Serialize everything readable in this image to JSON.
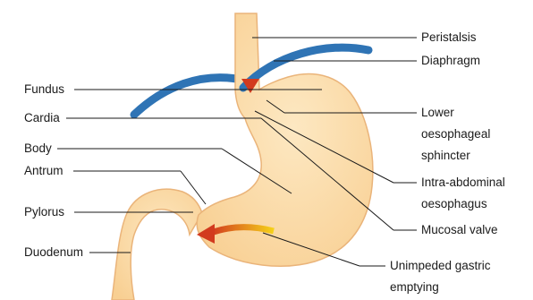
{
  "labels_left": {
    "fundus": "Fundus",
    "cardia": "Cardia",
    "body": "Body",
    "antrum": "Antrum",
    "pylorus": "Pylorus",
    "duodenum": "Duodenum"
  },
  "labels_right": {
    "peristalsis": "Peristalsis",
    "diaphragm": "Diaphragm",
    "lower_sphincter": [
      "Lower",
      "oesophageal",
      "sphincter"
    ],
    "intra_abdominal": [
      "Intra-abdominal",
      "oesophagus"
    ],
    "mucosal_valve": "Mucosal valve",
    "unimpeded": [
      "Unimpeded gastric",
      "emptying"
    ]
  },
  "colors": {
    "organ_fill": "#fbdca6",
    "organ_outline": "#eab47a",
    "diaphragm": "#2f74b5",
    "arrow_start": "#f5d21a",
    "arrow_end": "#d23a1e"
  }
}
